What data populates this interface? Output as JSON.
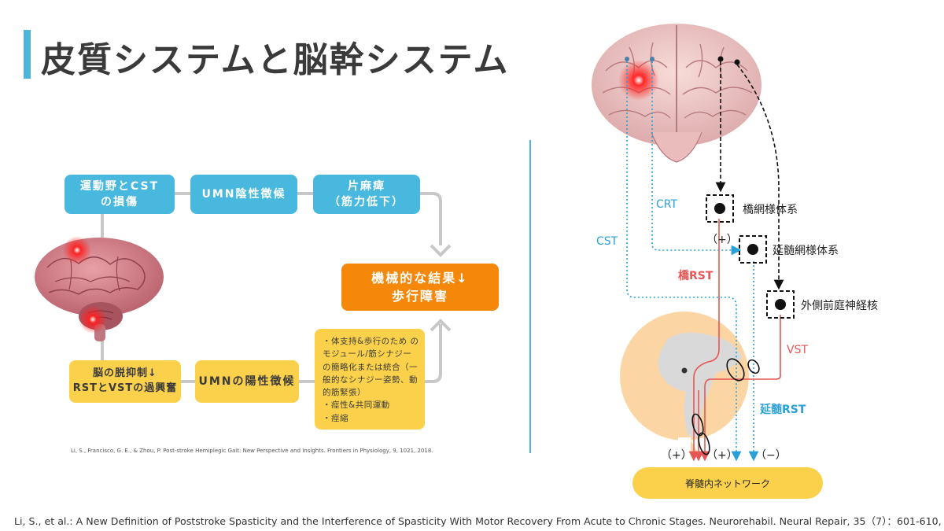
{
  "title": "皮質システムと脳幹システム",
  "flow": {
    "box_cst": "運動野とCST\nの損傷",
    "box_umn_neg": "UMN陰性徴候",
    "box_hemi": "片麻痺\n（筋力低下）",
    "box_result": "機械的な結果↓\n歩行障害",
    "box_disinhib": "脳の脱抑制↓\nRSTとVSTの過興奮",
    "box_umn_pos": "UMNの陽性徴候",
    "list_items": [
      "・体支持&歩行のため のモジュール/筋シナジーの簡略化または統合（一般的なシナジー姿勢、動的筋緊張）",
      "・痙性&共同運動",
      "・痙縮"
    ]
  },
  "citation_small": "Li, S., Francisco, G. E., & Zhou, P. Post-stroke Hemiplegic Gait: New Perspective and Insights. Frontiers in Physiology, 9, 1021, 2018.",
  "citation_main": "Li, S., et al.: A New Definition of Poststroke Spasticity and the Interference of Spasticity With Motor Recovery From Acute to Chronic Stages. Neurorehabil. Neural Repair, 35（7）：601-610, 2021.",
  "pathway": {
    "crt": "CRT",
    "cst": "CST",
    "pons_rst": "橋RST",
    "vst": "VST",
    "medulla_rst": "延髄RST",
    "nucleus_pons": "橋網様体系",
    "nucleus_medulla": "延髄網様体系",
    "nucleus_vestib": "外側前庭神経核",
    "sign_plus_top": "（+）",
    "sign_plus_1": "（+）",
    "sign_plus_2": "（+）",
    "sign_minus": "（−）",
    "network": "脊髄内ネットワーク"
  },
  "colors": {
    "accent_blue": "#4db5da",
    "box_yellow": "#fbd14b",
    "box_orange": "#f5870a",
    "tract_red": "#e85555",
    "tract_blue": "#2aa0d8"
  }
}
